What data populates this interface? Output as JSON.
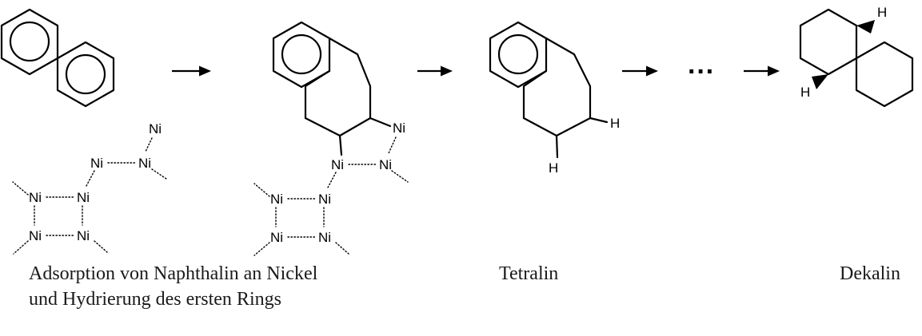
{
  "atoms": {
    "nickel": "Ni",
    "hydrogen": "H"
  },
  "ellipsis": "···",
  "captions": {
    "step1_line1": "Adsorption von Naphthalin an Nickel",
    "step1_line2": "und Hydrierung des ersten Rings",
    "tetralin": "Tetralin",
    "dekalin": "Dekalin"
  }
}
